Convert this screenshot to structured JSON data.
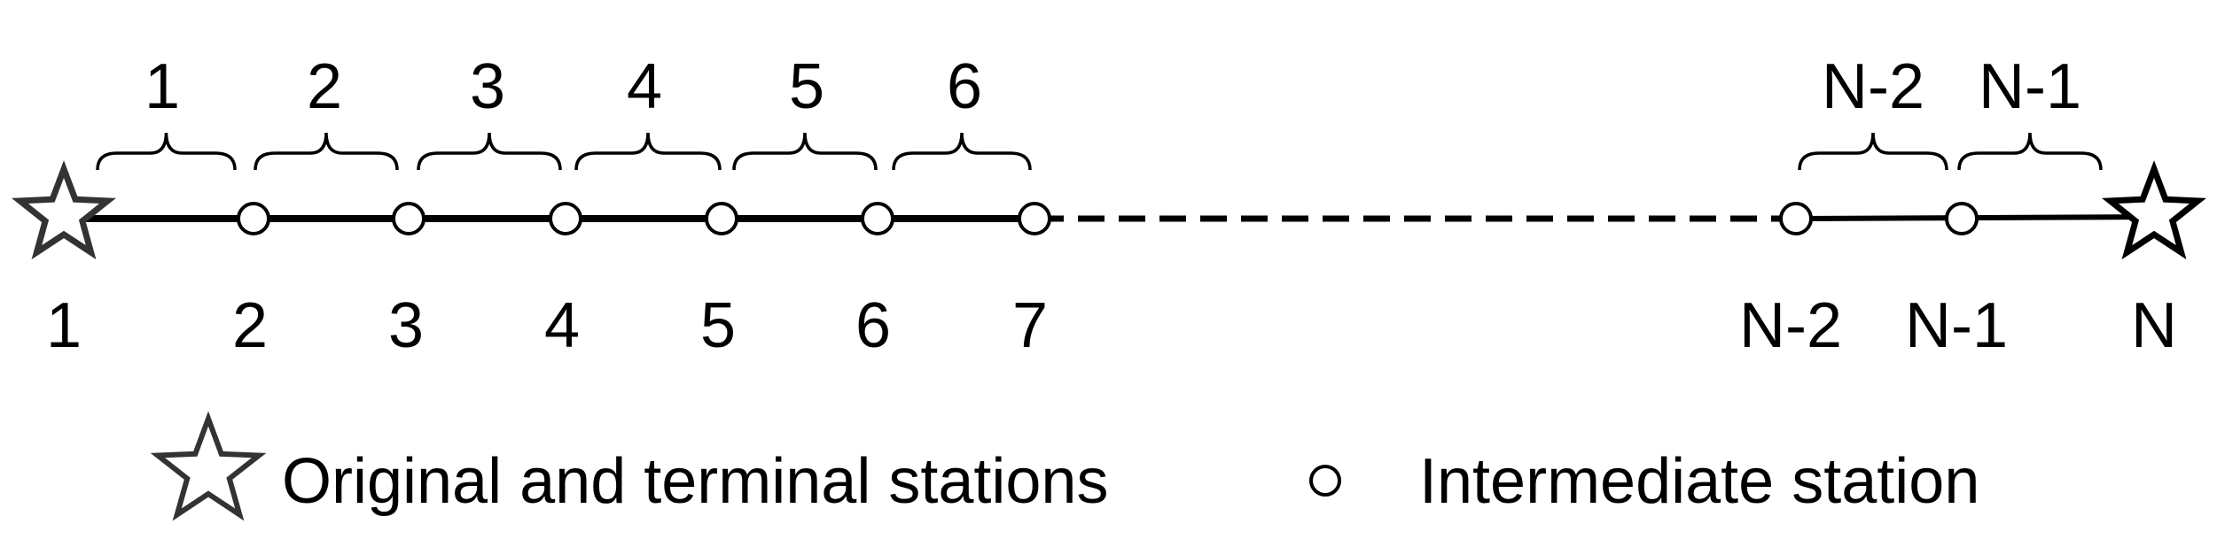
{
  "segments": {
    "labels": [
      "1",
      "2",
      "3",
      "4",
      "5",
      "6",
      "N-2",
      "N-1"
    ]
  },
  "stations": {
    "labels": [
      "1",
      "2",
      "3",
      "4",
      "5",
      "6",
      "7",
      "N-2",
      "N-1",
      "N"
    ]
  },
  "legend": {
    "terminal_label": "Original and terminal stations",
    "intermediate_label": "Intermediate station",
    "terminal_icon": "star-icon",
    "intermediate_icon": "circle-icon"
  },
  "colors": {
    "line": "#000000",
    "station_fill": "#ffffff",
    "star_stroke": "#333333",
    "text": "#000000"
  }
}
